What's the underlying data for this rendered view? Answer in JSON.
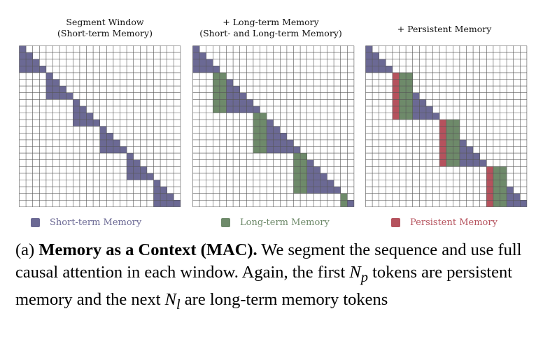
{
  "panels": [
    {
      "title_line1": "Segment Window",
      "title_line2": "(Short-term Memory)"
    },
    {
      "title_line1": "+ Long-term Memory",
      "title_line2": "(Short- and Long-term Memory)"
    },
    {
      "title_line1": "+ Persistent Memory",
      "title_line2": ""
    }
  ],
  "legend": [
    {
      "label": "Short-term Memory",
      "color": "#6b6994",
      "text_color": "#6b6994"
    },
    {
      "label": "Long-term Memory",
      "color": "#6e8a6a",
      "text_color": "#6e8a6a"
    },
    {
      "label": "Persistent Memory",
      "color": "#b5525d",
      "text_color": "#b5525d"
    }
  ],
  "colors": {
    "short_term": "#6b6994",
    "long_term": "#6e8a6a",
    "persistent": "#b5525d",
    "grid_line": "#555555"
  },
  "grid": {
    "size": 24
  },
  "caption": {
    "label": "(a)",
    "bold": "Memory as a Context (MAC).",
    "text1": " We segment the sequence and use full causal attention in each window.  Again, the first ",
    "np_base": "N",
    "np_sub": "p",
    "text2": " tokens are persistent memory and the next ",
    "nl_base": "N",
    "nl_sub": "l",
    "text3": " are long-term memory tokens"
  }
}
